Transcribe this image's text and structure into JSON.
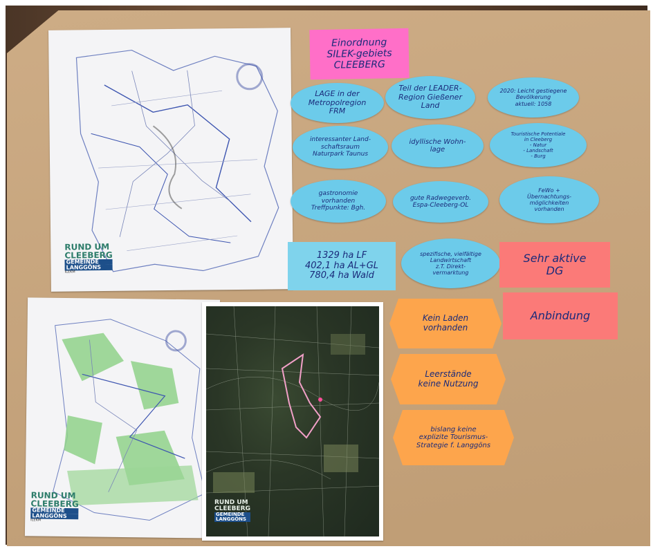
{
  "maps": {
    "top": {
      "logo": [
        "RUND UM",
        "CLEEBERG",
        "GEMEINDE",
        "LANGGÖNS",
        "ILEKM"
      ]
    },
    "bottom_left": {
      "logo": [
        "RUND UM",
        "CLEEBERG",
        "GEMEINDE",
        "LANGGÖNS",
        "ILEKM"
      ]
    },
    "satellite": {
      "logo": [
        "RUND UM",
        "CLEEBERG",
        "GEMEINDE",
        "LANGGÖNS"
      ]
    }
  },
  "notes": {
    "title": "Einordnung\nSILEK-gebiets\nCLEEBERG",
    "lage": "LAGE in der\nMetropolregion\nFRM",
    "leader": "Teil der LEADER-\nRegion Gießener\nLand",
    "bevoelkerung": "2020: Leicht gestiegene\nBevölkerung\naktuell: 1058",
    "landschaft": "interessanter Land-\nschaftsraum\nNaturpark Taunus",
    "wohnlage": "idyllische Wohn-\nlage",
    "tourismus": "Touristische Potentiale\nin Cleeberg\n- Natur\n- Landschaft\n- Burg",
    "gastronomie": "gastronomie\nvorhanden\nTreffpunkte: Bgh.",
    "radweg": "gute Radwegeverb.\nEspa-Cleeberg-OL",
    "ferienwohnung": "FeWo +\nÜbernachtungs-\nmöglichkeiten\nvorhanden",
    "flaechen": "1329 ha LF\n402,1 ha AL+GL\n780,4 ha Wald",
    "landwirtschaft": "spezifische, vielfältige\nLandwirtschaft\nz.T. Direkt-\nvermarktung",
    "dg": "Sehr aktive\nDG",
    "anbindung": "Anbindung",
    "laden": "Kein Laden\nvorhanden",
    "leerstand": "Leerstände\nkeine Nutzung",
    "strategie": "bislang keine\nexplizite Tourismus-\nStrategie f. Langgöns"
  },
  "colors": {
    "paper": "#c9a57b",
    "blue_card": "#6ccbea",
    "pink_card": "#ff6fc8",
    "salmon_card": "#fb7a78",
    "orange_card": "#fda54c",
    "ink": "#1a2a7a",
    "map_green": "#8fd18a"
  }
}
